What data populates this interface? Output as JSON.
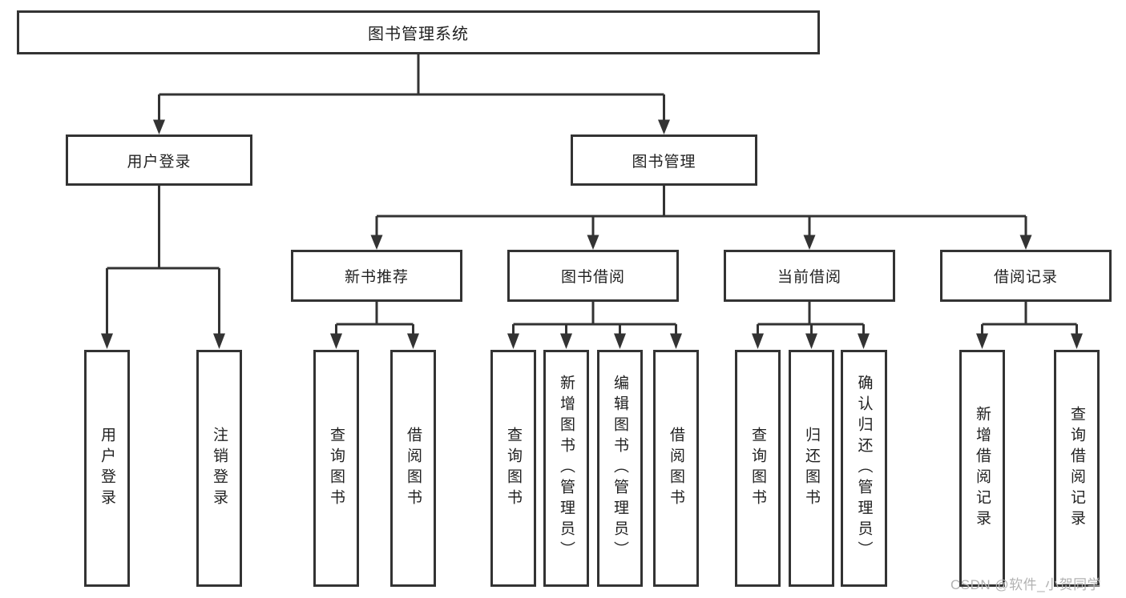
{
  "tree": {
    "root": {
      "label": "图书管理系统",
      "children": [
        {
          "label": "用户登录",
          "children": [
            {
              "label": "用户登录"
            },
            {
              "label": "注销登录"
            }
          ]
        },
        {
          "label": "图书管理",
          "children": [
            {
              "label": "新书推荐",
              "children": [
                {
                  "label": "查询图书"
                },
                {
                  "label": "借阅图书"
                }
              ]
            },
            {
              "label": "图书借阅",
              "children": [
                {
                  "label": "查询图书"
                },
                {
                  "label": "新增图书（管理员）"
                },
                {
                  "label": "编辑图书（管理员）"
                },
                {
                  "label": "借阅图书"
                }
              ]
            },
            {
              "label": "当前借阅",
              "children": [
                {
                  "label": "查询图书"
                },
                {
                  "label": "归还图书"
                },
                {
                  "label": "确认归还（管理员）"
                }
              ]
            },
            {
              "label": "借阅记录",
              "children": [
                {
                  "label": "新增借阅记录"
                },
                {
                  "label": "查询借阅记录"
                }
              ]
            }
          ]
        }
      ]
    }
  },
  "watermark": {
    "text": "CSDN @软件_小贺同学"
  },
  "colors": {
    "line": "#333333",
    "box_border": "#333333",
    "box_fill": "#ffffff",
    "text": "#222222",
    "watermark": "#b2b2b2",
    "background": "#ffffff"
  }
}
